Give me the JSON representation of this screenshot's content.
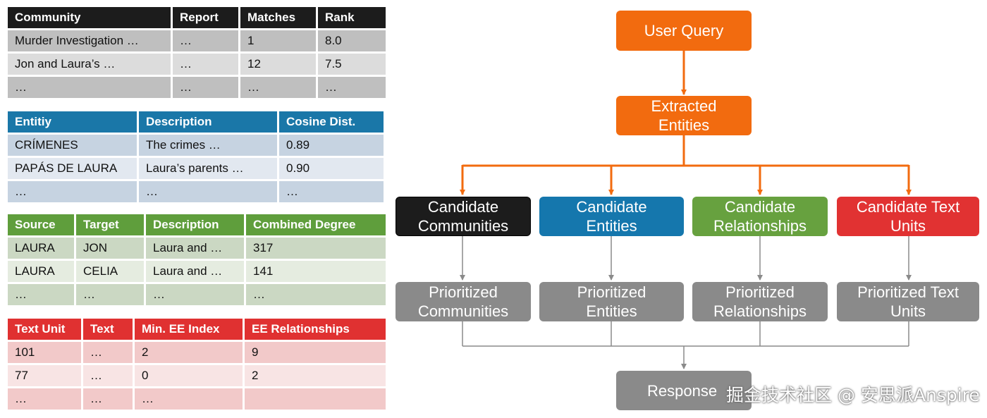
{
  "tables": {
    "communities": {
      "headers": [
        "Community",
        "Report",
        "Matches",
        "Rank"
      ],
      "rows": [
        [
          "Murder Investigation …",
          "…",
          "1",
          "8.0"
        ],
        [
          "Jon and Laura’s …",
          "…",
          "12",
          "7.5"
        ],
        [
          "…",
          "…",
          "…",
          "…"
        ]
      ]
    },
    "entities": {
      "headers": [
        "Entitiy",
        "Description",
        "Cosine Dist."
      ],
      "rows": [
        [
          "CRÍMENES",
          "The crimes …",
          "0.89"
        ],
        [
          "PAPÁS DE LAURA",
          "Laura’s parents …",
          "0.90"
        ],
        [
          "…",
          "…",
          "…"
        ]
      ]
    },
    "relationships": {
      "headers": [
        "Source",
        "Target",
        "Description",
        "Combined Degree"
      ],
      "rows": [
        [
          "LAURA",
          "JON",
          "Laura and …",
          "317"
        ],
        [
          "LAURA",
          "CELIA",
          "Laura and …",
          "141"
        ],
        [
          "…",
          "…",
          "…",
          "…"
        ]
      ]
    },
    "text_units": {
      "headers": [
        "Text Unit",
        "Text",
        "Min. EE Index",
        "EE Relationships"
      ],
      "rows": [
        [
          "101",
          "…",
          "2",
          "9"
        ],
        [
          "77",
          "…",
          "0",
          "2"
        ],
        [
          "…",
          "…",
          "…",
          ""
        ]
      ]
    }
  },
  "flow": {
    "user_query": "User Query",
    "extracted_entities": "Extracted Entities",
    "candidates": [
      "Candidate Communities",
      "Candidate Entities",
      "Candidate Relationships",
      "Candidate Text Units"
    ],
    "prioritized": [
      "Prioritized Communities",
      "Prioritized Entities",
      "Prioritized Relationships",
      "Prioritized Text Units"
    ],
    "response": "Response"
  },
  "watermark": "掘金技术社区 @ 安思派Anspire",
  "colors": {
    "orange": "#f26b0f",
    "black": "#1c1c1c",
    "blue": "#1577ad",
    "green": "#67a13f",
    "red": "#e13232",
    "gray": "#8a8a8a"
  }
}
